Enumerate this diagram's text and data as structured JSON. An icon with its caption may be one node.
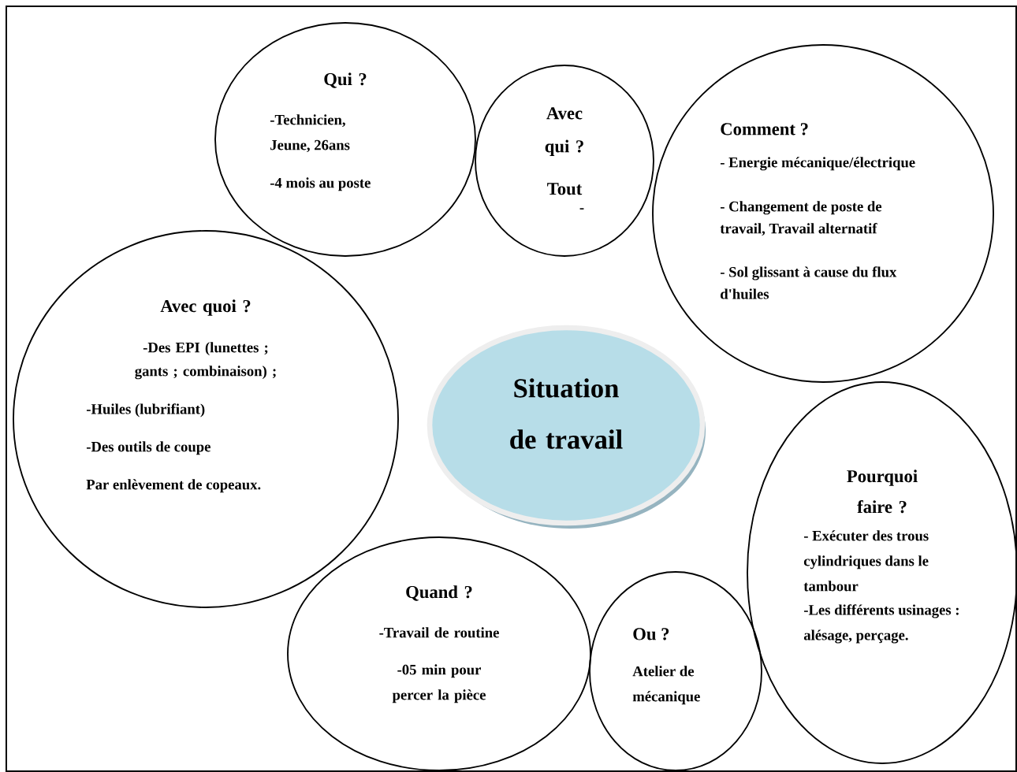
{
  "diagram": {
    "nodes": [
      {
        "text": [
          "Qui ?",
          "-Technicien, Jeune, 26ans",
          "-4 mois au poste"
        ]
      },
      {
        "text": [
          "Avec qui ?",
          "Tout",
          "-"
        ]
      },
      {
        "text": [
          "Comment ?",
          "- Energie mécanique/électrique",
          "- Changement de poste de travail, Travail alternatif",
          "- Sol glissant à cause du flux d'huiles"
        ]
      },
      {
        "text": [
          "Avec quoi ?",
          "-Des EPI (lunettes ; gants ; combinaison) ;",
          "-Huiles (lubrifiant)",
          "-Des outils de coupe",
          "Par enlèvement de copeaux."
        ]
      },
      {
        "text": [
          "Situation de travail"
        ]
      },
      {
        "text": [
          "Quand ?",
          "-Travail de routine",
          "-05 min pour percer la pièce"
        ]
      },
      {
        "text": [
          "Ou ?",
          "Atelier de mécanique"
        ]
      },
      {
        "text": [
          "Pourquoi faire ?",
          "- Exécuter des trous cylindriques dans le tambour",
          "-Les différents usinages : alésage, perçage."
        ]
      }
    ]
  }
}
